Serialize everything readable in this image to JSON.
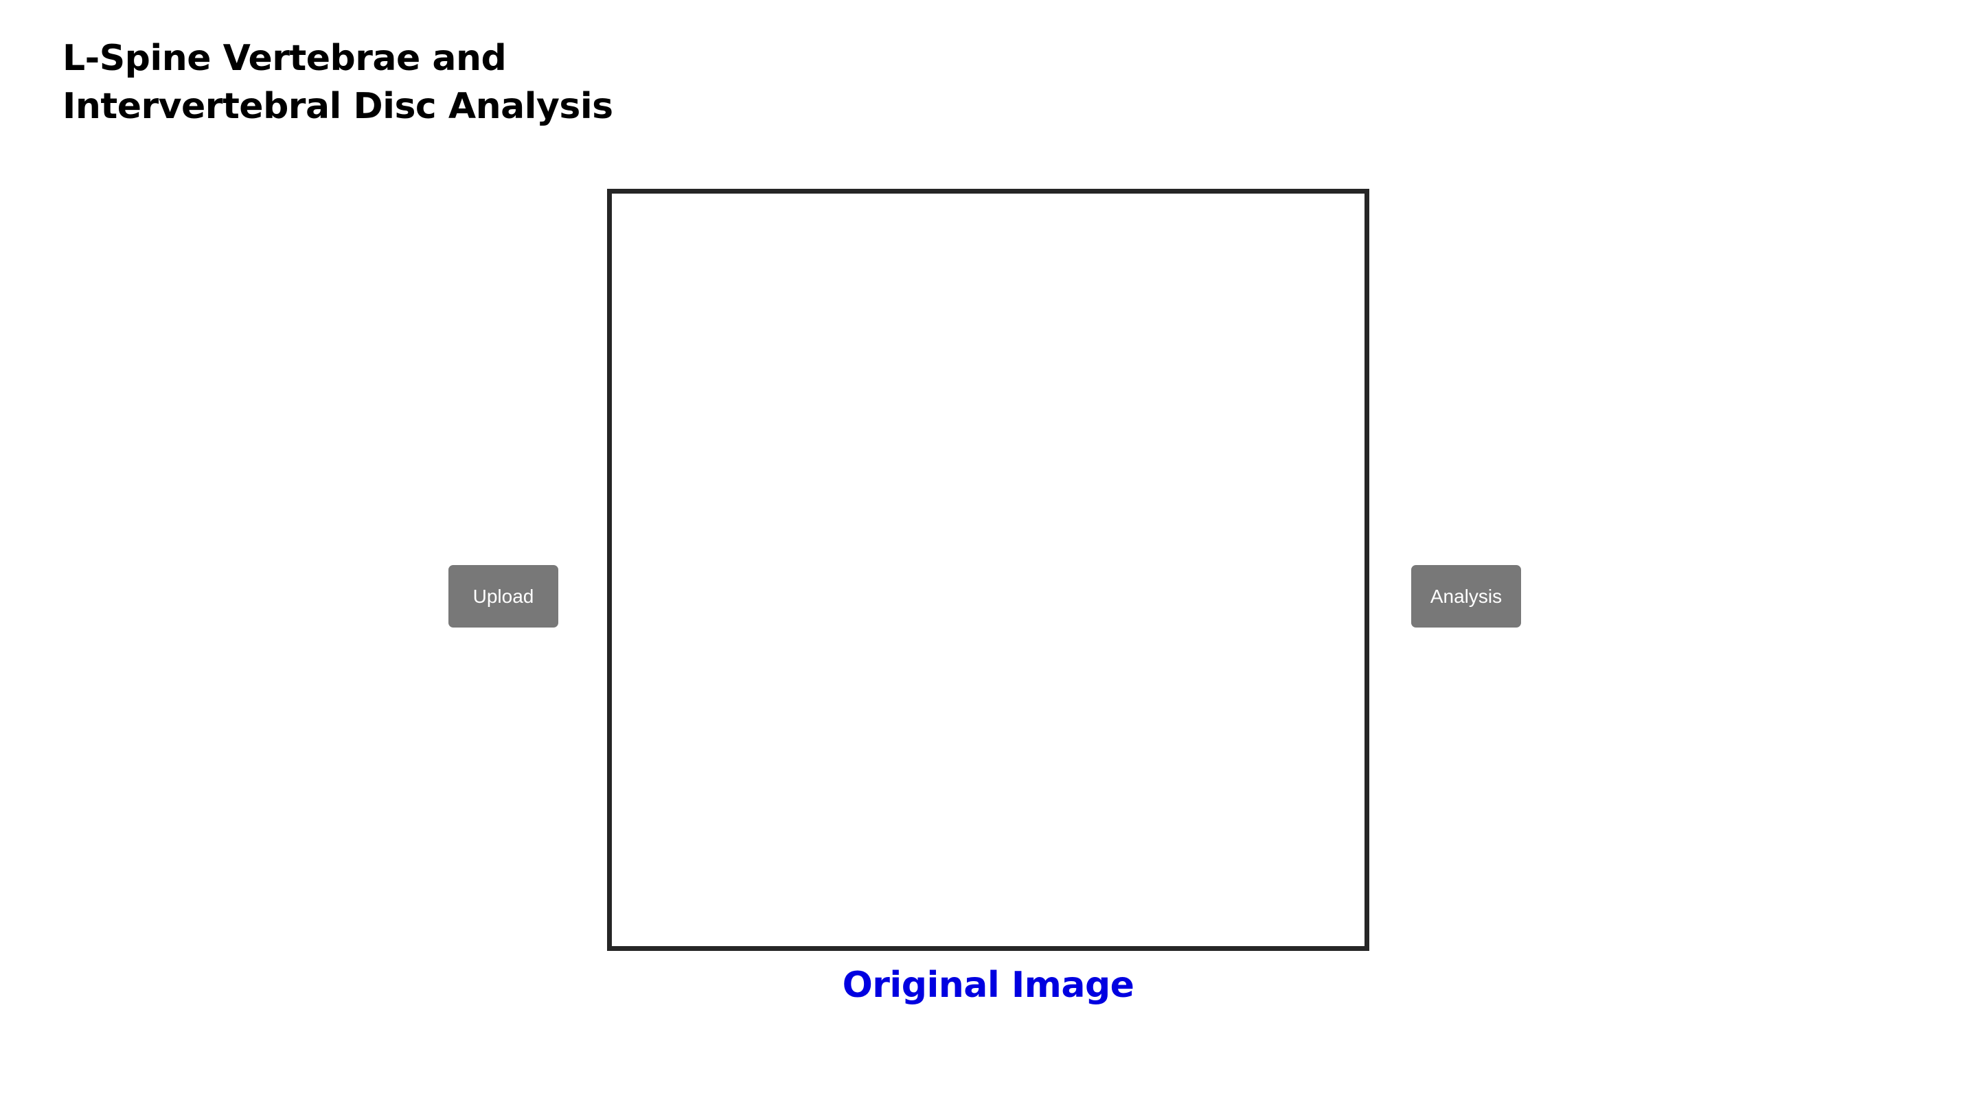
{
  "header": {
    "title_line1": "L-Spine Vertebrae and",
    "title_line2": "Intervertebral Disc Analysis"
  },
  "controls": {
    "upload_label": "Upload",
    "analysis_label": "Analysis"
  },
  "viewer": {
    "caption": "Original Image"
  },
  "colors": {
    "button_bg": "#787878",
    "caption_color": "#0000e0",
    "frame_border": "#262626"
  }
}
